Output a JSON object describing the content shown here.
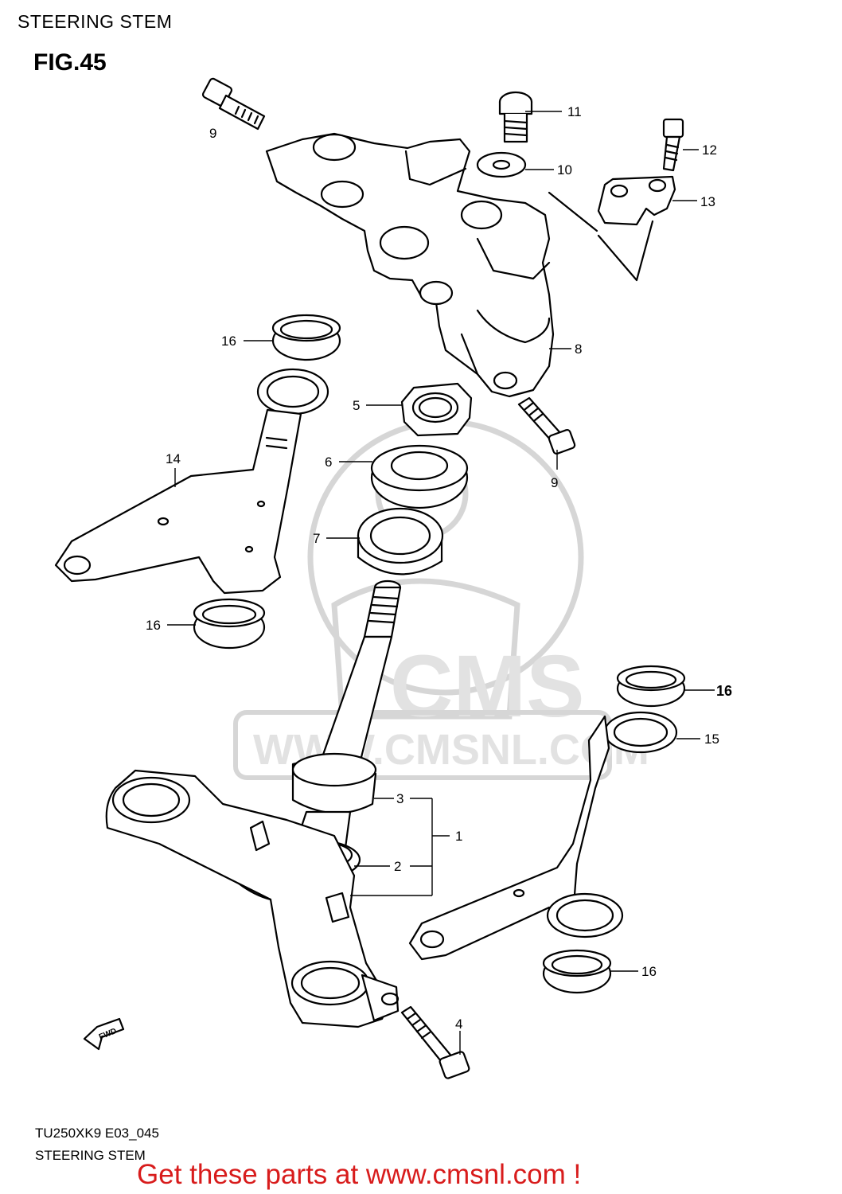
{
  "header": {
    "title": "STEERING STEM"
  },
  "figure": {
    "label": "FIG.45"
  },
  "callouts": [
    {
      "id": "c9a",
      "text": "9"
    },
    {
      "id": "c11",
      "text": "11"
    },
    {
      "id": "c12",
      "text": "12"
    },
    {
      "id": "c10",
      "text": "10"
    },
    {
      "id": "c13",
      "text": "13"
    },
    {
      "id": "c8",
      "text": "8"
    },
    {
      "id": "c16a",
      "text": "16"
    },
    {
      "id": "c5",
      "text": "5"
    },
    {
      "id": "c6",
      "text": "6"
    },
    {
      "id": "c9b",
      "text": "9"
    },
    {
      "id": "c14",
      "text": "14"
    },
    {
      "id": "c7",
      "text": "7"
    },
    {
      "id": "c16b",
      "text": "16"
    },
    {
      "id": "c16c",
      "text": "16"
    },
    {
      "id": "c15",
      "text": "15"
    },
    {
      "id": "c3",
      "text": "3"
    },
    {
      "id": "c1",
      "text": "1"
    },
    {
      "id": "c2",
      "text": "2"
    },
    {
      "id": "c16d",
      "text": "16"
    },
    {
      "id": "c4",
      "text": "4"
    }
  ],
  "fwd_icon_text": "FWD",
  "watermark": {
    "logo_text": "CMS",
    "url_text": "WWW.CMSNL.COM"
  },
  "footer": {
    "model_code": "TU250XK9 E03_045",
    "caption": "STEERING STEM",
    "cta": "Get these parts at www.cmsnl.com !"
  },
  "colors": {
    "cta": "#d81c1c",
    "line": "#000000",
    "watermark": "#d6d6d6"
  }
}
